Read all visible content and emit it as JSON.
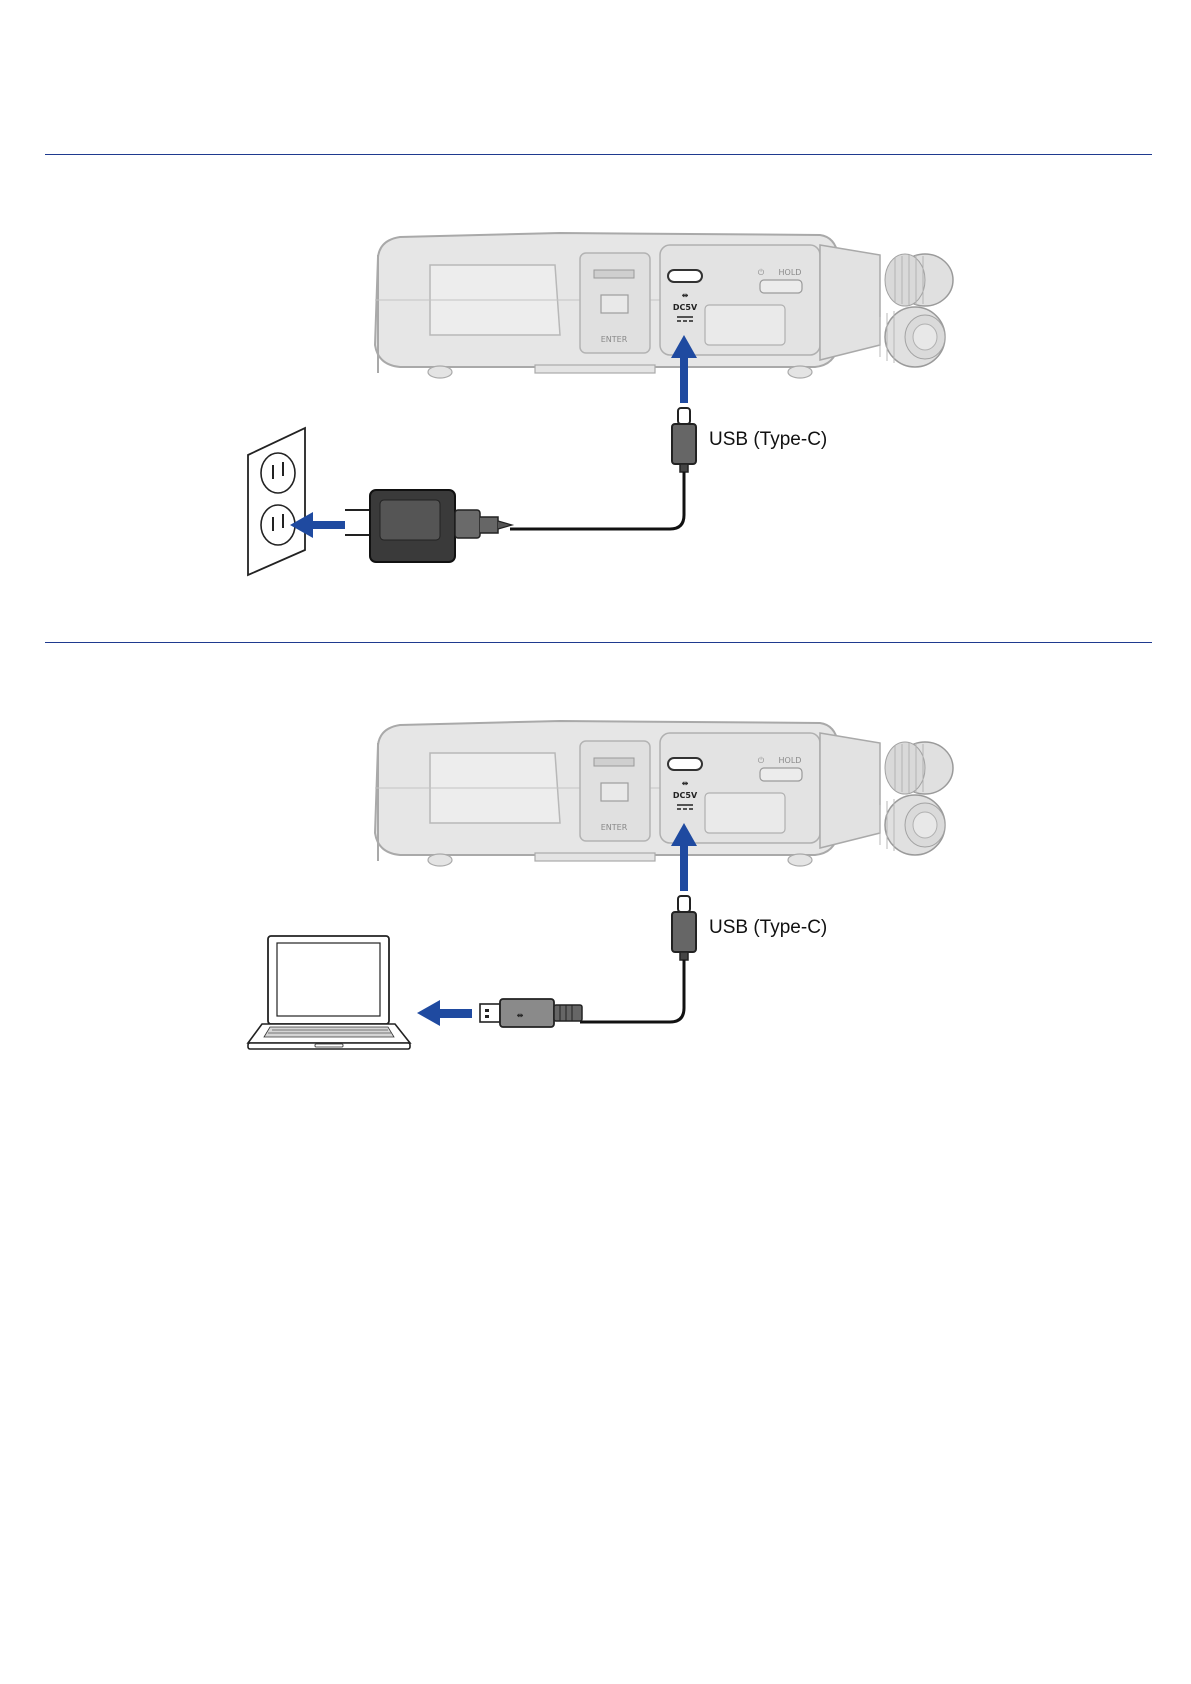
{
  "colors": {
    "rule": "#1f3a8f",
    "arrow": "#1f4aa0",
    "device_body": "#e4e4e4",
    "device_outline": "#a9a9a9"
  },
  "device": {
    "enter_label": "ENTER",
    "hold_label": "HOLD",
    "power_symbol": "⏻",
    "dc_label": "DC5V"
  },
  "figure1": {
    "cable_label": "USB (Type-C)"
  },
  "figure2": {
    "cable_label": "USB (Type-C)"
  }
}
